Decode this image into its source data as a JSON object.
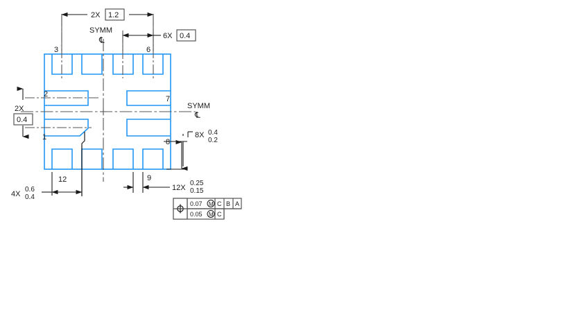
{
  "drawing": {
    "type": "package-land-pattern",
    "title": "",
    "colors": {
      "pad_outline": "#2196f3",
      "body_outline": "#2196f3",
      "dimension_line": "#1a1a1a",
      "centerline": "#555555",
      "text": "#1a1a1a",
      "box_border": "#555555",
      "background": "#ffffff"
    }
  },
  "dimensions": {
    "top_span": {
      "multiplier": "2X",
      "value": "1.2"
    },
    "pitch": {
      "multiplier": "6X",
      "value": "0.4"
    },
    "left_span": {
      "multiplier": "2X",
      "value": "0.4"
    },
    "pad_length": {
      "multiplier": "8X",
      "upper": "0.4",
      "lower": "0.2"
    },
    "corner_pad": {
      "multiplier": "4X",
      "upper": "0.6",
      "lower": "0.4"
    },
    "pad_width": {
      "multiplier": "12X",
      "upper": "0.25",
      "lower": "0.15"
    }
  },
  "symmetry": {
    "vertical_label": "SYMM",
    "horizontal_label": "SYMM",
    "centerline_glyph": "℄"
  },
  "pins": [
    {
      "id": "pin-1",
      "label": "1"
    },
    {
      "id": "pin-2",
      "label": "2"
    },
    {
      "id": "pin-3",
      "label": "3"
    },
    {
      "id": "pin-6",
      "label": "6"
    },
    {
      "id": "pin-7",
      "label": "7"
    },
    {
      "id": "pin-8",
      "label": "8"
    },
    {
      "id": "pin-9",
      "label": "9"
    },
    {
      "id": "pin-12",
      "label": "12"
    }
  ],
  "feature_control_frame": {
    "symbol": "position",
    "rows": [
      {
        "tolerance": "0.07",
        "modifier": "M",
        "datums": [
          "C",
          "B",
          "A"
        ]
      },
      {
        "tolerance": "0.05",
        "modifier": "M",
        "datums": [
          "C"
        ]
      }
    ]
  },
  "chart_data": {
    "type": "table",
    "title": "Land pattern dimensions",
    "categories": [
      "2X 1.2",
      "6X 0.4",
      "2X 0.4",
      "8X 0.4/0.2",
      "4X 0.6/0.4",
      "12X 0.25/0.15"
    ],
    "values": [
      1.2,
      0.4,
      0.4,
      0.4,
      0.6,
      0.25
    ]
  }
}
